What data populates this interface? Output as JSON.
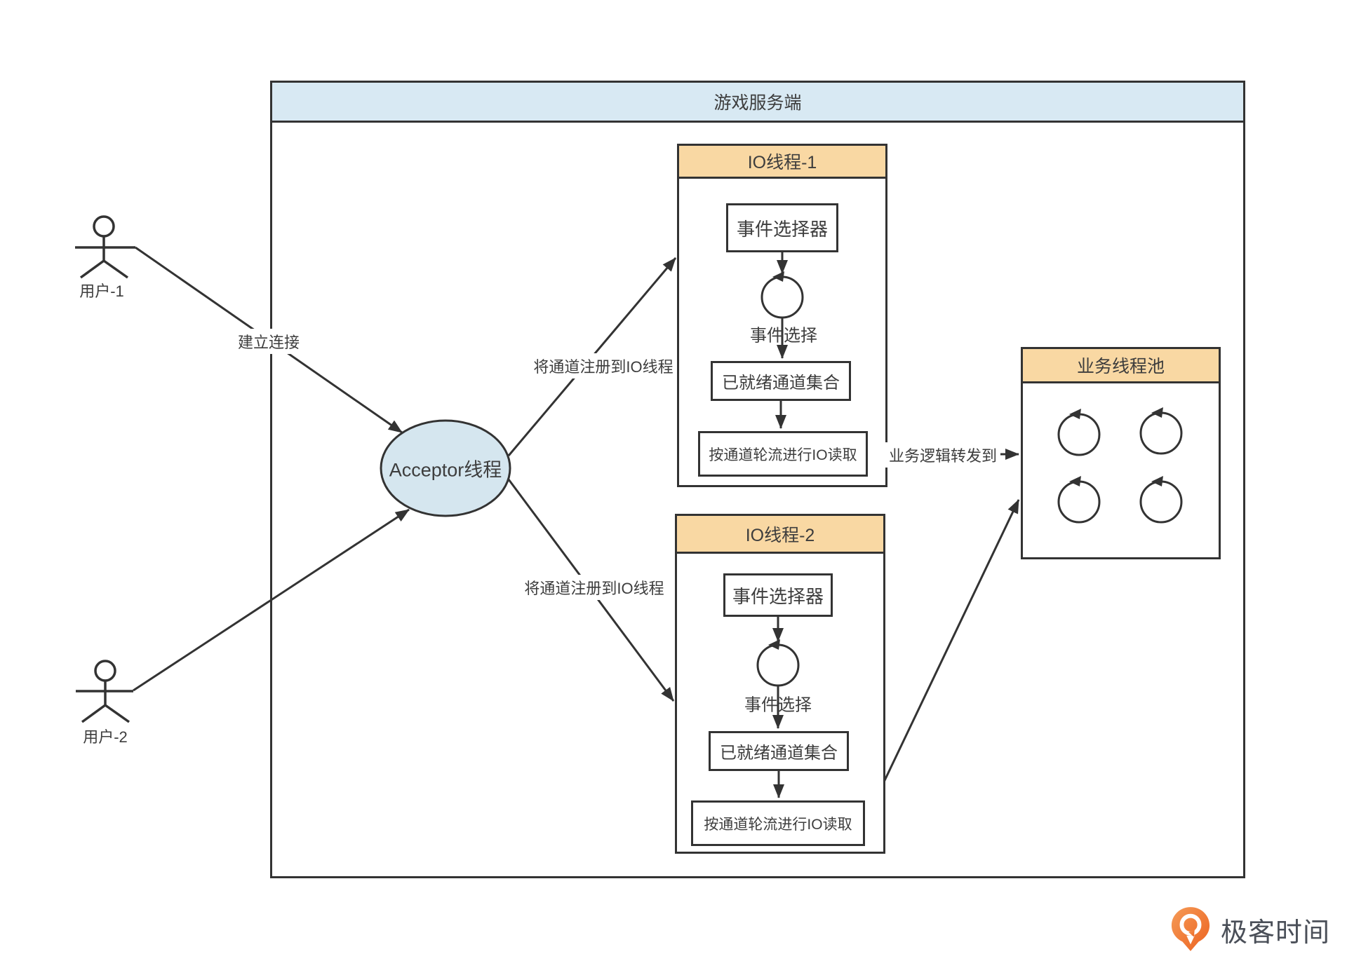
{
  "colors": {
    "border": "#333333",
    "server_header_blue": "#d8e9f3",
    "acceptor_blue": "#d5e6ef",
    "thread_header_orange": "#f9d8a3",
    "logo_orange": "#ec6220",
    "text": "#3d3d3d"
  },
  "diagram": {
    "server": {
      "title": "游戏服务端"
    },
    "users": [
      {
        "label": "用户-1"
      },
      {
        "label": "用户-2"
      }
    ],
    "acceptor": {
      "label": "Acceptor线程"
    },
    "edges": {
      "connect": "建立连接",
      "register_1": "将通道注册到IO线程",
      "register_2": "将通道注册到IO线程",
      "forward": "业务逻辑转发到"
    },
    "io_threads": [
      {
        "title": "IO线程-1",
        "selector": "事件选择器",
        "select_action": "事件选择",
        "ready_set": "已就绪通道集合",
        "read_action": "按通道轮流进行IO读取"
      },
      {
        "title": "IO线程-2",
        "selector": "事件选择器",
        "select_action": "事件选择",
        "ready_set": "已就绪通道集合",
        "read_action": "按通道轮流进行IO读取"
      }
    ],
    "worker_pool": {
      "title": "业务线程池"
    }
  },
  "footer": {
    "brand": "极客时间"
  }
}
